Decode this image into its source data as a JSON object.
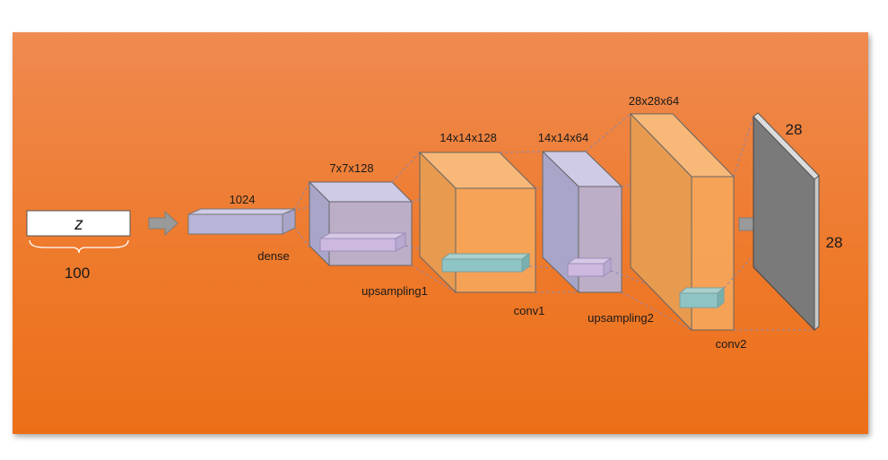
{
  "input": {
    "symbol": "z",
    "size": "100"
  },
  "layers": {
    "dense": {
      "shape": "1024",
      "name": "dense"
    },
    "up1": {
      "shape": "7x7x128",
      "name": "upsampling1"
    },
    "conv1": {
      "shape": "14x14x128",
      "name": "conv1"
    },
    "up2": {
      "shape": "14x14x64",
      "name": "upsampling2"
    },
    "conv2": {
      "shape": "28x28x64",
      "name": "conv2"
    }
  },
  "output": {
    "height_label": "28",
    "width_label": "28"
  },
  "colors": {
    "background_top": "#ef8a50",
    "background_bottom": "#ec6f18",
    "lavender_block": "#b7b4d8",
    "orange_block": "#f6a65a",
    "kernel": "#8fc4c4",
    "output_image": "#7a7a7a",
    "arrow": "#9a9a9a"
  }
}
